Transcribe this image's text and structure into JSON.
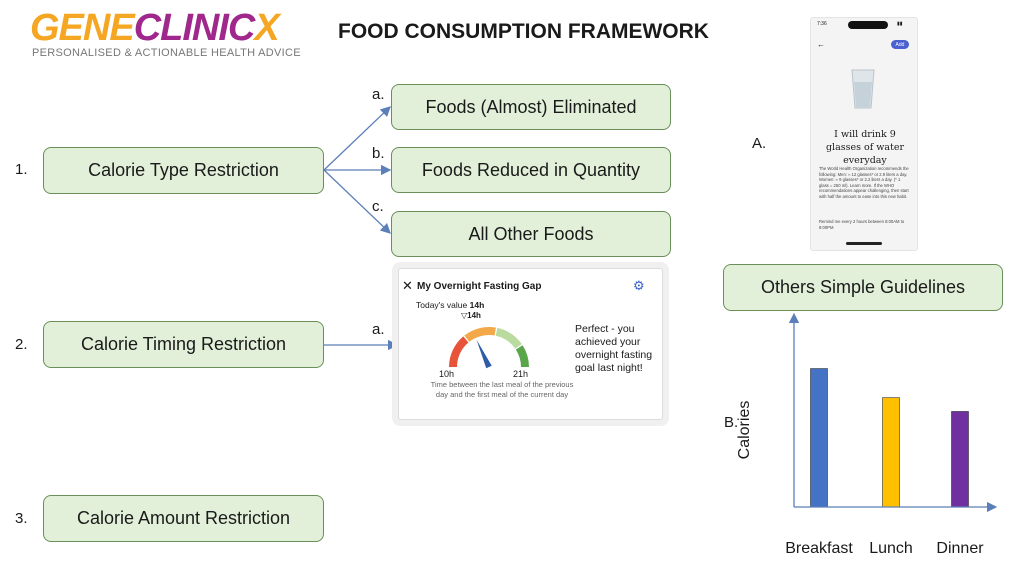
{
  "logo": {
    "part_gene": "GENE",
    "part_clinic": "CLINIC",
    "part_x": "X",
    "tagline": "PERSONALISED & ACTIONABLE HEALTH ADVICE"
  },
  "title": "FOOD CONSUMPTION FRAMEWORK",
  "restrictions": [
    {
      "number": "1.",
      "label": "Calorie Type Restriction"
    },
    {
      "number": "2.",
      "label": "Calorie Timing Restriction"
    },
    {
      "number": "3.",
      "label": "Calorie Amount Restriction"
    }
  ],
  "type_subitems": [
    {
      "marker": "a.",
      "label": "Foods (Almost) Eliminated"
    },
    {
      "marker": "b.",
      "label": "Foods Reduced in Quantity"
    },
    {
      "marker": "c.",
      "label": "All Other Foods"
    }
  ],
  "timing_marker": "a.",
  "fasting_card": {
    "title": "My Overnight Fasting Gap",
    "todays_value_label": "Today's value",
    "todays_value": "14h",
    "marker_value": "14h",
    "range_min": "10h",
    "range_max": "21h",
    "description": "Time between the last meal of the previous day and the first meal of the current day",
    "message": "Perfect - you achieved your overnight fasting goal last night!",
    "gauge_value_h": 14,
    "gauge_min_h": 10,
    "gauge_max_h": 21,
    "colors": {
      "red": "#e8543a",
      "orange": "#f3a84a",
      "light_green": "#b9dba0",
      "green": "#5aa64a",
      "needle": "#2f5ca8"
    }
  },
  "phone": {
    "time": "7:36",
    "add_button": "Add",
    "headline": "I will drink 9 glasses of water everyday",
    "body": "The World Health Organization recommends the following: Men: ≈ 12 glasses* or 2.9 liters a day. Women: ≈ 9 glasses* or 2.2 liters a day. (* 1 glass = 250 ml). Learn more.  If the WHO recommendations appear challenging, then start with half the amount to ease into this new habit.",
    "reminder": "Remind me every 2 hours between 8:00AM to 8:00PM"
  },
  "guidelines_letter_a": "A.",
  "guidelines_label": "Others Simple Guidelines",
  "guidelines_letter_b": "B.",
  "chart_data": {
    "type": "bar",
    "categories": [
      "Breakfast",
      "Lunch",
      "Dinner"
    ],
    "values": [
      100,
      79,
      69
    ],
    "ylabel": "Calories",
    "xlabel": "",
    "ylim": [
      0,
      130
    ],
    "colors": [
      "#4472c4",
      "#ffc000",
      "#7030a0"
    ],
    "grid": false
  }
}
